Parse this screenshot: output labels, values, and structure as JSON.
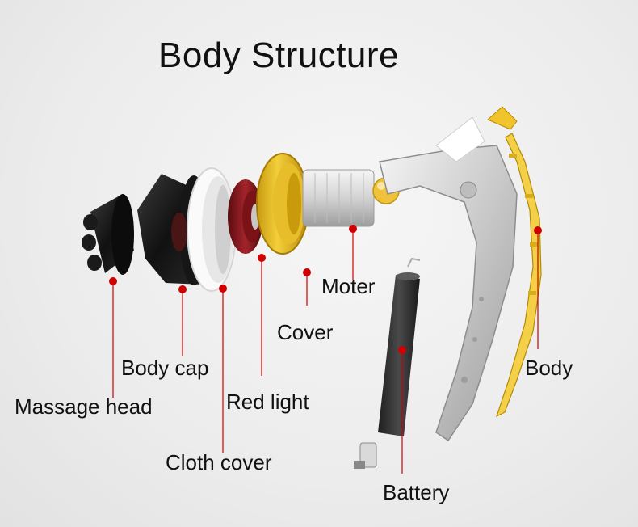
{
  "title": "Body Structure",
  "accent_color": "#d00000",
  "labels": {
    "massage_head": "Massage head",
    "body_cap": "Body cap",
    "cloth_cover": "Cloth cover",
    "red_light": "Red light",
    "cover": "Cover",
    "moter": "Moter",
    "battery": "Battery",
    "body": "Body"
  }
}
